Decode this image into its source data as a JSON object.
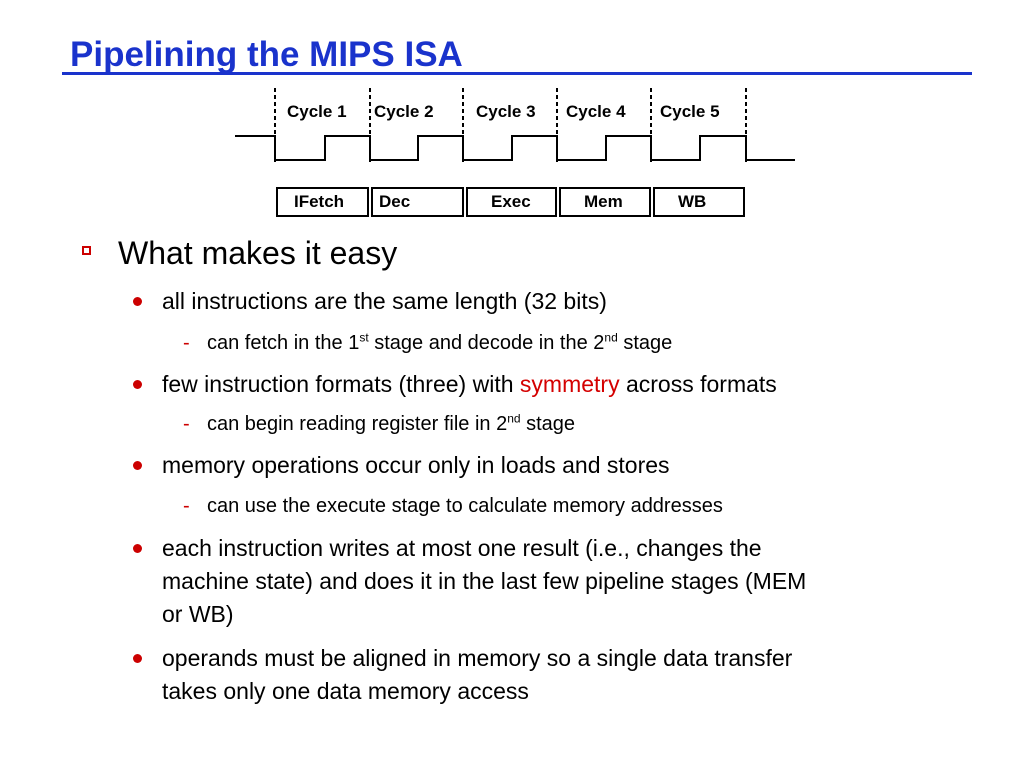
{
  "title": "Pipelining the MIPS ISA",
  "timing": {
    "cycles": [
      "Cycle 1",
      "Cycle 2",
      "Cycle 3",
      "Cycle 4",
      "Cycle 5"
    ],
    "stages": [
      "IFetch",
      "Dec",
      "Exec",
      "Mem",
      "WB"
    ]
  },
  "bullets": {
    "heading": "What makes it easy",
    "b1": {
      "text": "all instructions are the same length (32 bits)",
      "sub": {
        "p1": "can fetch in the 1",
        "sup1": "st",
        "p2": " stage and decode in the 2",
        "sup2": "nd",
        "p3": " stage"
      }
    },
    "b2": {
      "p1": "few instruction formats (three) with ",
      "highlight": "symmetry",
      "p2": " across formats",
      "sub": {
        "p1": "can begin reading register file in 2",
        "sup": "nd",
        "p2": " stage"
      }
    },
    "b3": {
      "text": "memory operations occur only in loads and stores",
      "sub": "can use the execute stage to calculate memory addresses"
    },
    "b4": {
      "line1": "each  instruction writes at most one result (i.e., changes the",
      "line2": "machine state) and does it in the last few pipeline stages (MEM",
      "line3": "or WB)"
    },
    "b5": {
      "line1": "operands must be aligned in memory so a single data transfer",
      "line2": "takes only one data memory access"
    }
  },
  "colors": {
    "title": "#1a33cc",
    "bullet_marker": "#cc0000",
    "highlight": "#d40000"
  }
}
